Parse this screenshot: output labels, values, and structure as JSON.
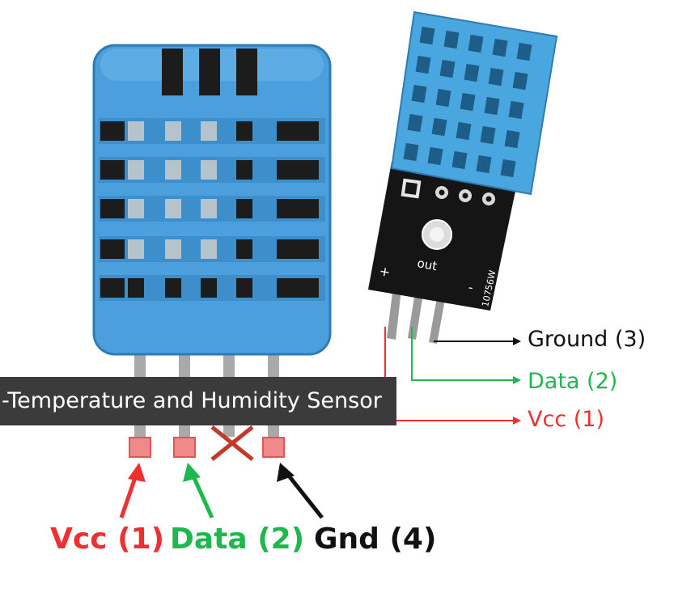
{
  "caption": "-Temperature and Humidity Sensor",
  "module_pin_labels": {
    "ground": "Ground (3)",
    "data": "Data (2)",
    "vcc": "Vcc (1)"
  },
  "sensor_pin_labels": {
    "vcc": "Vcc (1)",
    "data": "Data (2)",
    "gnd": "Gnd (4)"
  },
  "board_text": {
    "plus": "+",
    "out": "out",
    "minus": "-",
    "part": "10756W"
  },
  "colors": {
    "sensor_blue": "#4a9fdc",
    "board_black": "#151515",
    "vcc_red": "#ef3030",
    "data_green": "#1fb84f",
    "ground_black": "#111111",
    "caption_bg": "#3b3b3b"
  }
}
